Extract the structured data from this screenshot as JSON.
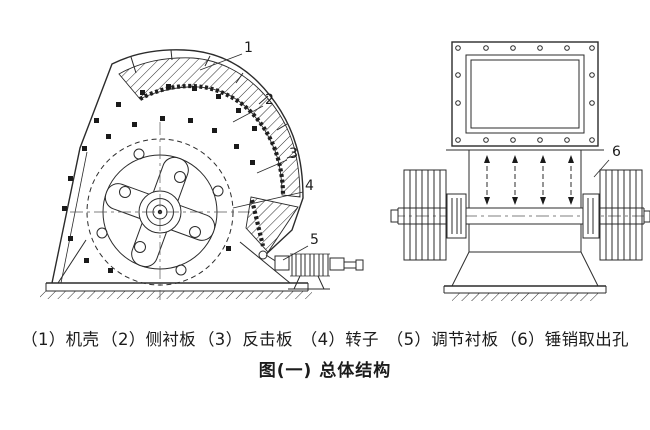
{
  "figure": {
    "callouts": {
      "c1": "1",
      "c2": "2",
      "c3": "3",
      "c4": "4",
      "c5": "5",
      "c6": "6"
    },
    "legend": {
      "item1": "（1）机壳",
      "item2": "（2）侧衬板",
      "item3": "（3）反击板",
      "item4": "（4）转子",
      "item5": "（5）调节衬板",
      "item6": "（6）锤销取出孔"
    },
    "title": "图(一)  总体结构"
  },
  "colors": {
    "background": "#ffffff",
    "ink": "#2b2b2b"
  }
}
